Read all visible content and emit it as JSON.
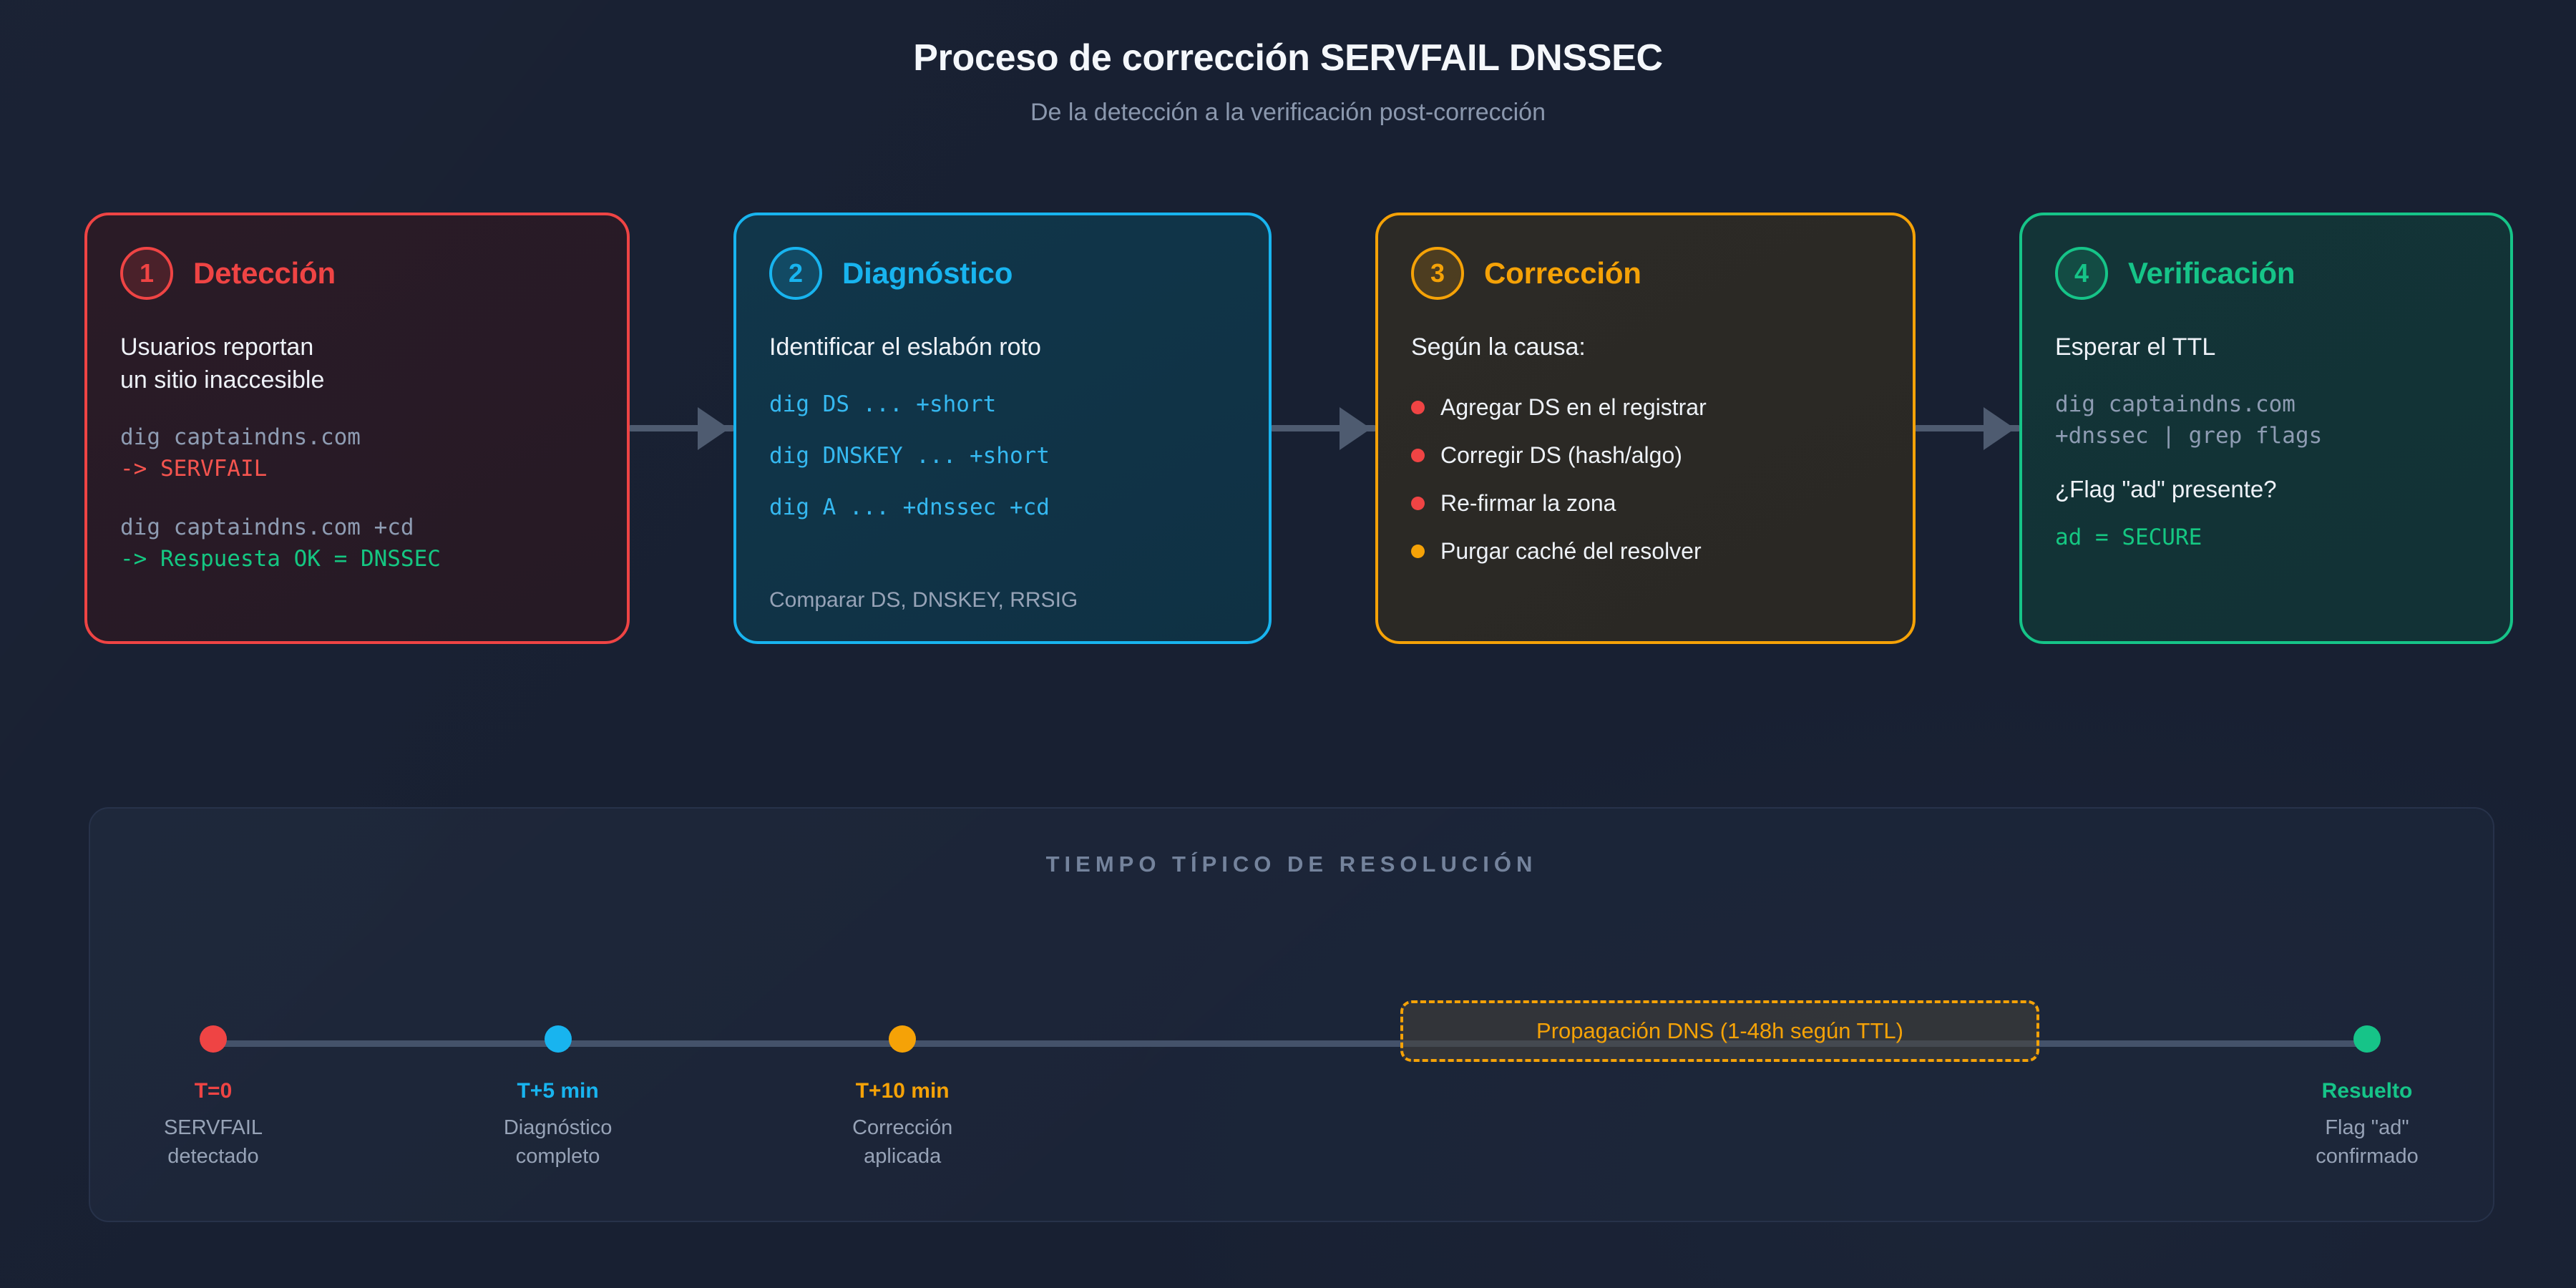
{
  "header": {
    "title": "Proceso de corrección SERVFAIL DNSSEC",
    "subtitle": "De la detección a la verificación post-corrección"
  },
  "colors": {
    "background": "#182032",
    "step1": "#ef4444",
    "step2": "#18b4ef",
    "step3": "#f5a207",
    "step4": "#16c488",
    "text_primary": "#eef2f8",
    "text_muted": "#97a3b7",
    "track": "#44526a",
    "connector": "#4e5b70"
  },
  "steps": [
    {
      "number": "1",
      "title": "Detección",
      "lead": "Usuarios reportan\nun sitio inaccesible",
      "code_blocks": [
        {
          "text": "dig captaindns.com",
          "style": "muted"
        },
        {
          "text": "-> SERVFAIL",
          "style": "red"
        },
        {
          "text": "dig captaindns.com +cd",
          "style": "muted"
        },
        {
          "text": "-> Respuesta OK = DNSSEC",
          "style": "green"
        }
      ]
    },
    {
      "number": "2",
      "title": "Diagnóstico",
      "lead": "Identificar el eslabón roto",
      "code_blocks": [
        {
          "text": "dig DS ... +short",
          "style": "blue"
        },
        {
          "text": "dig DNSKEY ... +short",
          "style": "blue"
        },
        {
          "text": "dig A ... +dnssec +cd",
          "style": "blue"
        }
      ],
      "note": "Comparar DS, DNSKEY, RRSIG"
    },
    {
      "number": "3",
      "title": "Corrección",
      "lead": "Según la causa:",
      "bullets": [
        {
          "label": "Agregar DS en el registrar",
          "dot": "#ef4444"
        },
        {
          "label": "Corregir DS (hash/algo)",
          "dot": "#ef4444"
        },
        {
          "label": "Re-firmar la zona",
          "dot": "#ef4444"
        },
        {
          "label": "Purgar caché del resolver",
          "dot": "#f5a207"
        }
      ]
    },
    {
      "number": "4",
      "title": "Verificación",
      "lead": "Esperar el TTL",
      "code_blocks": [
        {
          "text": "dig captaindns.com\n+dnssec | grep flags",
          "style": "muted"
        }
      ],
      "question": "¿Flag \"ad\" presente?",
      "result": "ad = SECURE"
    }
  ],
  "timeline": {
    "title": "TIEMPO TÍPICO DE RESOLUCIÓN",
    "nodes": [
      {
        "time": "T=0",
        "desc": "SERVFAIL\ndetectado",
        "color": "#ef4444",
        "pos_pct": 0
      },
      {
        "time": "T+5 min",
        "desc": "Diagnóstico\ncompleto",
        "color": "#18b4ef",
        "pos_pct": 16
      },
      {
        "time": "T+10 min",
        "desc": "Corrección\naplicada",
        "color": "#f5a207",
        "pos_pct": 32
      },
      {
        "time": "Resuelto",
        "desc": "Flag \"ad\"\nconfirmado",
        "color": "#16c488",
        "pos_pct": 100
      }
    ],
    "propagation_badge": "Propagación DNS (1-48h según TTL)"
  }
}
